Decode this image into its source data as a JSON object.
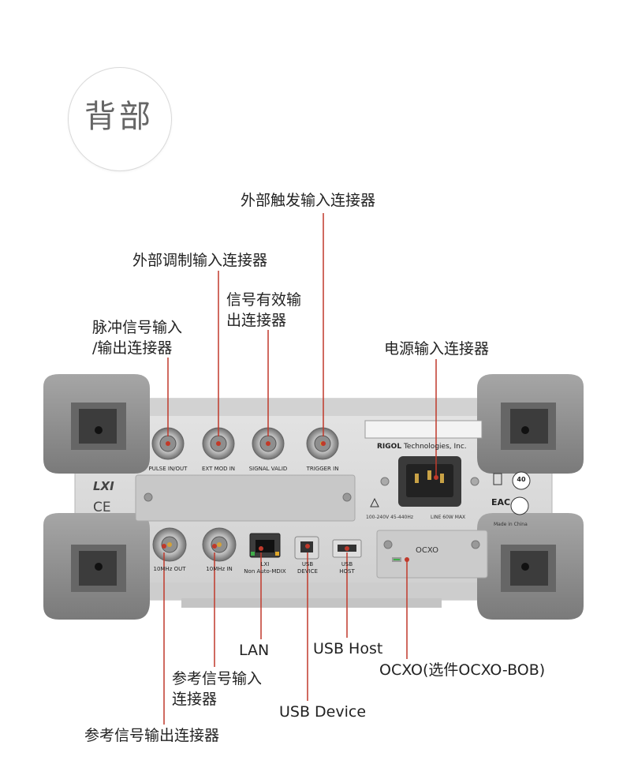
{
  "section_title": "背部",
  "callouts": {
    "external_trigger": "外部触发输入连接器",
    "external_mod": "外部调制输入连接器",
    "signal_valid_1": "信号有效输",
    "signal_valid_2": "出连接器",
    "pulse_1": "脉冲信号输入",
    "pulse_2": "/输出连接器",
    "power": "电源输入连接器",
    "lan": "LAN",
    "usb_host": "USB Host",
    "ocxo": "OCXO(选件OCXO-BOB)",
    "ref_in_1": "参考信号输入",
    "ref_in_2": "连接器",
    "usb_device": "USB Device",
    "ref_out": "参考信号输出连接器"
  },
  "panel": {
    "pulse_io": "PULSE IN/OUT",
    "ext_mod_in": "EXT MOD IN",
    "signal_valid": "SIGNAL VALID",
    "trigger_in": "TRIGGER IN",
    "brand_name": "RIGOL",
    "brand_suffix": "Technologies, Inc.",
    "power_rating_1": "100-240V  45-440Hz",
    "power_rating_2": "LINE  60W  MAX",
    "made_in": "Made in China",
    "lxi_logo": "LXI",
    "ce_mark": "CE",
    "eac_mark": "EAC",
    "ten_mhz_out": "10MHz OUT",
    "ten_mhz_in": "10MHz IN",
    "lxi_label": "LXI",
    "lxi_sub": "Non Auto-MDIX",
    "usb_device_1": "USB",
    "usb_device_2": "DEVICE",
    "usb_host_1": "USB",
    "usb_host_2": "HOST",
    "ocxo_label": "OCXO",
    "forty_badge": "40"
  },
  "colors": {
    "leader": "#c0392b",
    "panel": "#d8d8d8",
    "bumper": "#8b8b8b"
  }
}
